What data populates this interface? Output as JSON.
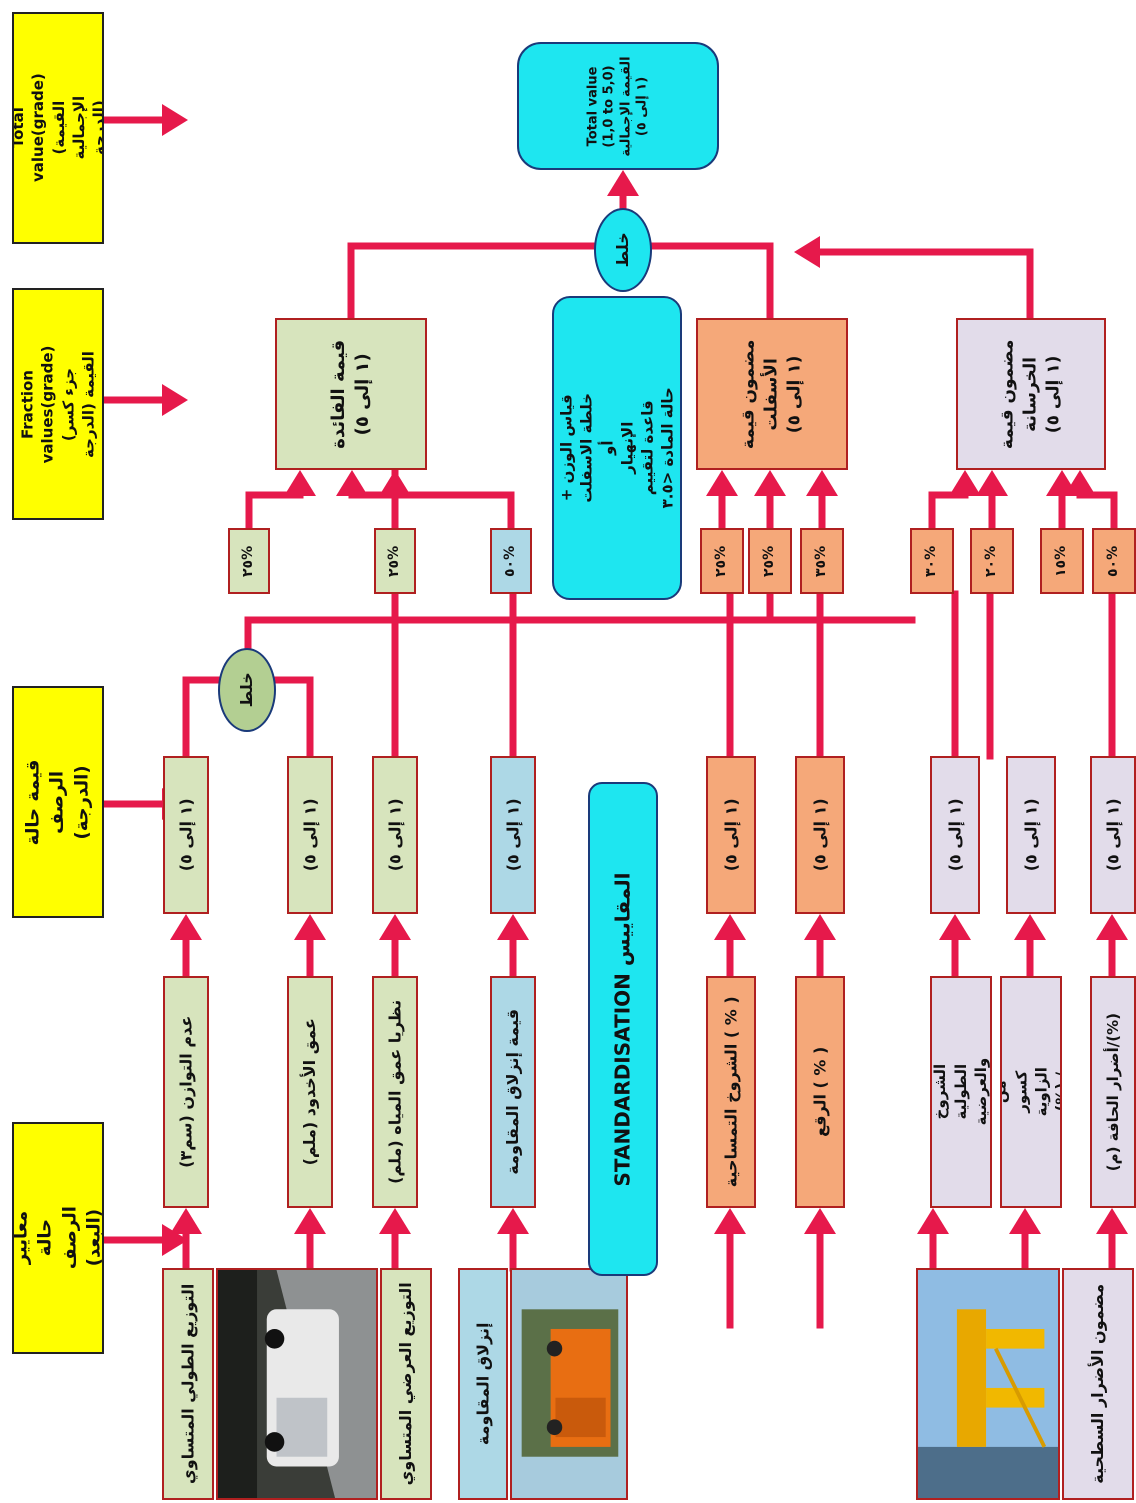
{
  "legend": {
    "pavement_criteria": "معايير حالة الرصف\n(البعد)",
    "pavement_value": "قيمة حالة الرصف\n(الدرجة)",
    "fraction_values": "Fraction values(grade)\n(جزء كسر القيمة (الدرجة",
    "total_value": "Total value(grade)\n(القيمة الإجمالية (الدرجة"
  },
  "measurements": {
    "longitudinal_evenness": "التوزيع الطولي المتساوي",
    "transverse_evenness": "التوزيع العرضي المتساوي",
    "skid_resistance": "إنزلاق المقاومة",
    "surface_damage": "مضمون الأضرار السطحية"
  },
  "criteria": {
    "unevenness": "عدم التوازن (سم٣)",
    "rut_depth": "عمق الأخدود (ملم)",
    "water_depth": "نظريا عمق المياه (ملم)",
    "skid_value": "قيمة إنزلاق المقاومة",
    "mesh_cracks": "الشروخ التمساحية ( % )",
    "patching": "الرقع ( % )",
    "long_trans_cracks": "نسبة الشروخ الطولية\nوالعرضية (م)/(%)",
    "corner_breaks": "العديد من كسور الزاوية\n(%) / (-)",
    "edge_damage": "أضرار الحافة (م)/(%)"
  },
  "grade_label": "(١ إلى ٥)",
  "standardisation": "STANDARDISATION المقاييس",
  "mix_label": "خلط",
  "weights": {
    "w1": "٢٥%",
    "w2": "٢٥%",
    "w3": "٥٠%",
    "w4": "٢٥%",
    "w5": "٢٥%",
    "w6": "٣٥%",
    "w7": "٣٠%",
    "w8": "٢٠%",
    "w9": "١٥%",
    "w10": "٥٠%"
  },
  "fraction": {
    "usage_value": "قيمة الفائدة\n(١ إلى ٥)",
    "asphalt_content": "مضمون قيمة\nالأسفلت\n(١ إلى ٥)",
    "concrete_content": "مضمون قيمة\nالخرسانة\n(١ إلى ٥)"
  },
  "weight_note": "قياس الوزن + خلطة الاسفلت أو\nالإنهيار\nقاعدة لتقييم حالة المادة <٣.٥",
  "total_box": "Total value\n(1,0 to 5,0)\nالقيمة الإجمالية\n(١ إلى ٥)",
  "colors": {
    "connector": "#e6194b",
    "yellow": "#ffff00",
    "green": "#d7e4bd",
    "orange": "#f5a879",
    "lavender": "#e2dcea",
    "blue": "#add8e6",
    "cyan": "#1ee6f0"
  }
}
